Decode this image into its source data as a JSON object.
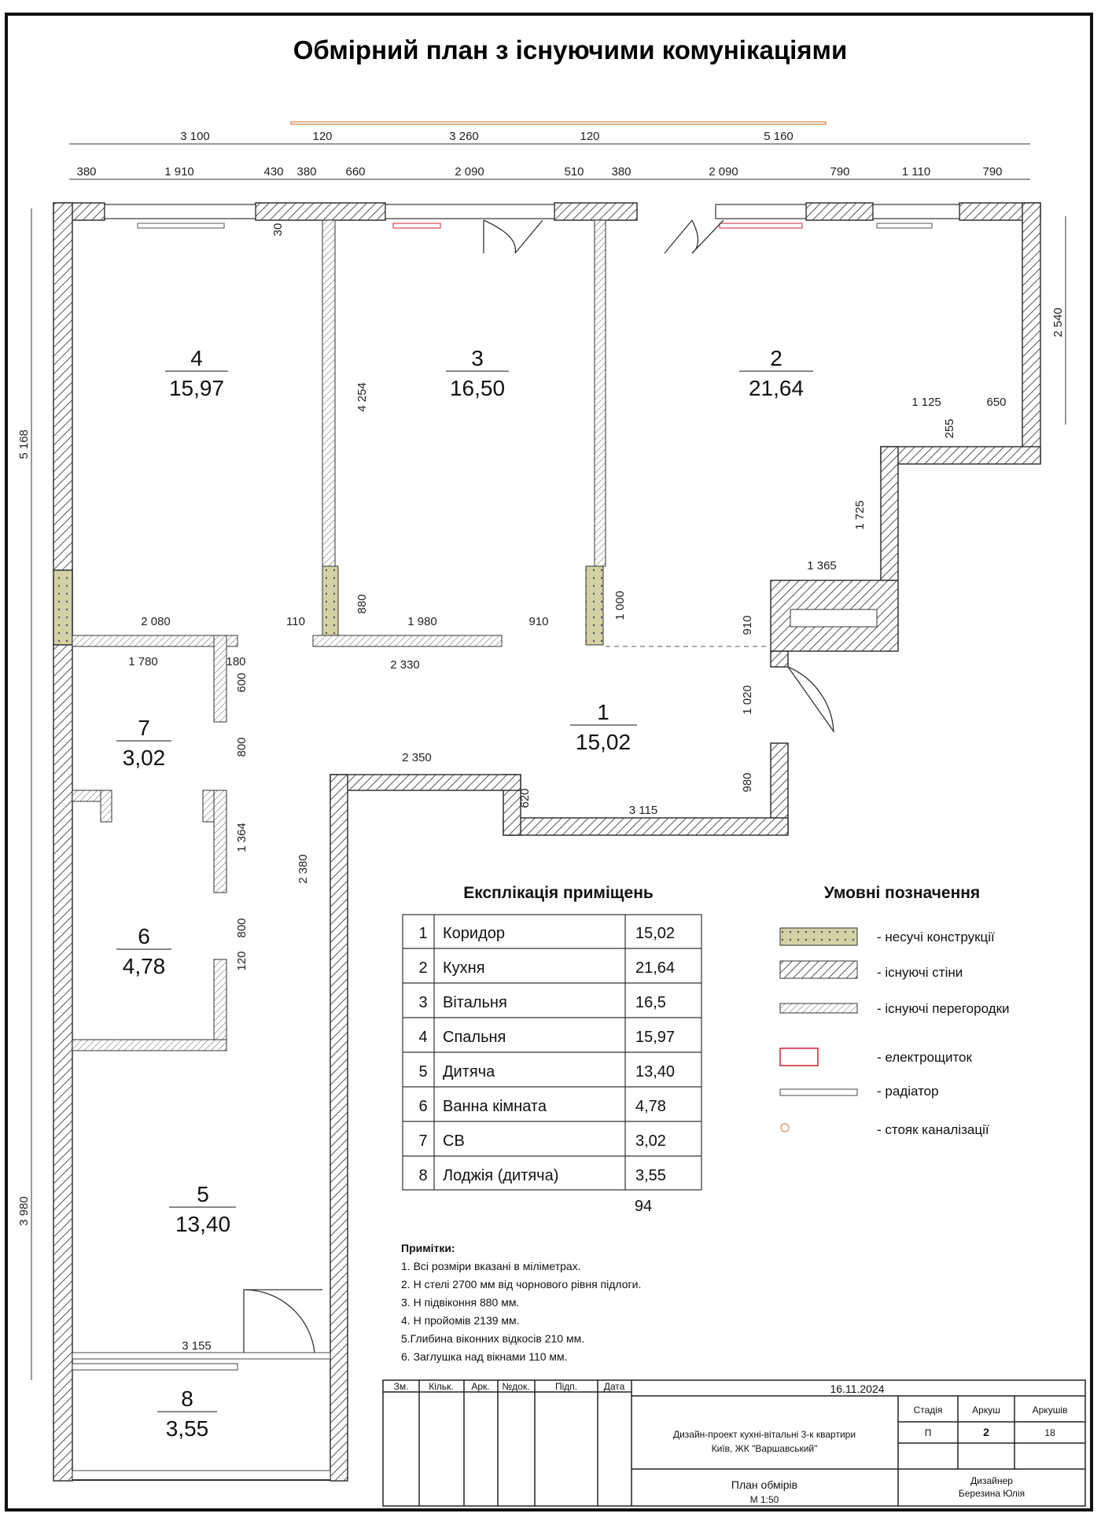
{
  "title": "Обмірний план з існуючими комунікаціями",
  "rooms": [
    {
      "num": "4",
      "area": "15,97"
    },
    {
      "num": "3",
      "area": "16,50"
    },
    {
      "num": "2",
      "area": "21,64"
    },
    {
      "num": "1",
      "area": "15,02"
    },
    {
      "num": "7",
      "area": "3,02"
    },
    {
      "num": "6",
      "area": "4,78"
    },
    {
      "num": "5",
      "area": "13,40"
    },
    {
      "num": "8",
      "area": "3,55"
    }
  ],
  "dims": {
    "top_overall": [
      "3 100",
      "120",
      "3 260",
      "120",
      "5 160"
    ],
    "top_detail": [
      "380",
      "1 910",
      "430",
      "380",
      "660",
      "2 090",
      "510",
      "380",
      "2 090",
      "790",
      "1 110",
      "790"
    ],
    "left": [
      "5 168",
      "3 980"
    ],
    "right": [
      "2 540"
    ],
    "inner": [
      "30",
      "4 254",
      "880",
      "2 080",
      "110",
      "1 980",
      "910",
      "1 000",
      "1 780",
      "180",
      "2 330",
      "1 365",
      "910",
      "1 020",
      "2 350",
      "620",
      "3 115",
      "980",
      "1 125",
      "650",
      "255",
      "1 725",
      "2 380",
      "3 155",
      "800",
      "1 364",
      "800",
      "600",
      "120"
    ]
  },
  "explication": {
    "heading": "Експлікація приміщень",
    "rows": [
      {
        "n": "1",
        "name": "Коридор",
        "area": "15,02"
      },
      {
        "n": "2",
        "name": "Кухня",
        "area": "21,64"
      },
      {
        "n": "3",
        "name": "Вітальня",
        "area": "16,5"
      },
      {
        "n": "4",
        "name": "Спальня",
        "area": "15,97"
      },
      {
        "n": "5",
        "name": "Дитяча",
        "area": "13,40"
      },
      {
        "n": "6",
        "name": "Ванна кімната",
        "area": "4,78"
      },
      {
        "n": "7",
        "name": "СВ",
        "area": "3,02"
      },
      {
        "n": "8",
        "name": "Лоджія (дитяча)",
        "area": "3,55"
      }
    ],
    "total": "94"
  },
  "legend": {
    "heading": "Умовні позначення",
    "items": [
      {
        "label": "- несучі конструкції",
        "kind": "bearing"
      },
      {
        "label": "- існуючі стіни",
        "kind": "walls"
      },
      {
        "label": "- існуючі перегородки",
        "kind": "partitions"
      },
      {
        "label": "- електрощиток",
        "kind": "panel"
      },
      {
        "label": "- радіатор",
        "kind": "radiator"
      },
      {
        "label": "- стояк каналізації",
        "kind": "riser"
      }
    ]
  },
  "notes": {
    "heading": "Примітки:",
    "items": [
      "1. Всі розміри вказані в міліметрах.",
      "2. Н стелі 2700 мм від чорнового рівня підлоги.",
      "3. Н підвіконня 880 мм.",
      "4. Н пройомів 2139 мм.",
      "5.Глибина віконних відкосів 210 мм.",
      "6. Заглушка над вікнами 110 мм."
    ]
  },
  "stamp": {
    "cols": [
      "Зм.",
      "Кільк.",
      "Арк.",
      "№док.",
      "Підп.",
      "Дата"
    ],
    "date": "16.11.2024",
    "project_line1": "Дизайн-проект кухні-вітальні 3-к квартири",
    "project_line2": "Київ, ЖК \"Варшавський\"",
    "stage_label": "Стадія",
    "sheet_label": "Аркуш",
    "sheets_label": "Аркушів",
    "stage": "П",
    "sheet": "2",
    "sheets": "18",
    "plan_name": "План обмірів",
    "scale": "М 1:50",
    "designer_role": "Дизайнер",
    "designer_name": "Березина Юлія"
  }
}
